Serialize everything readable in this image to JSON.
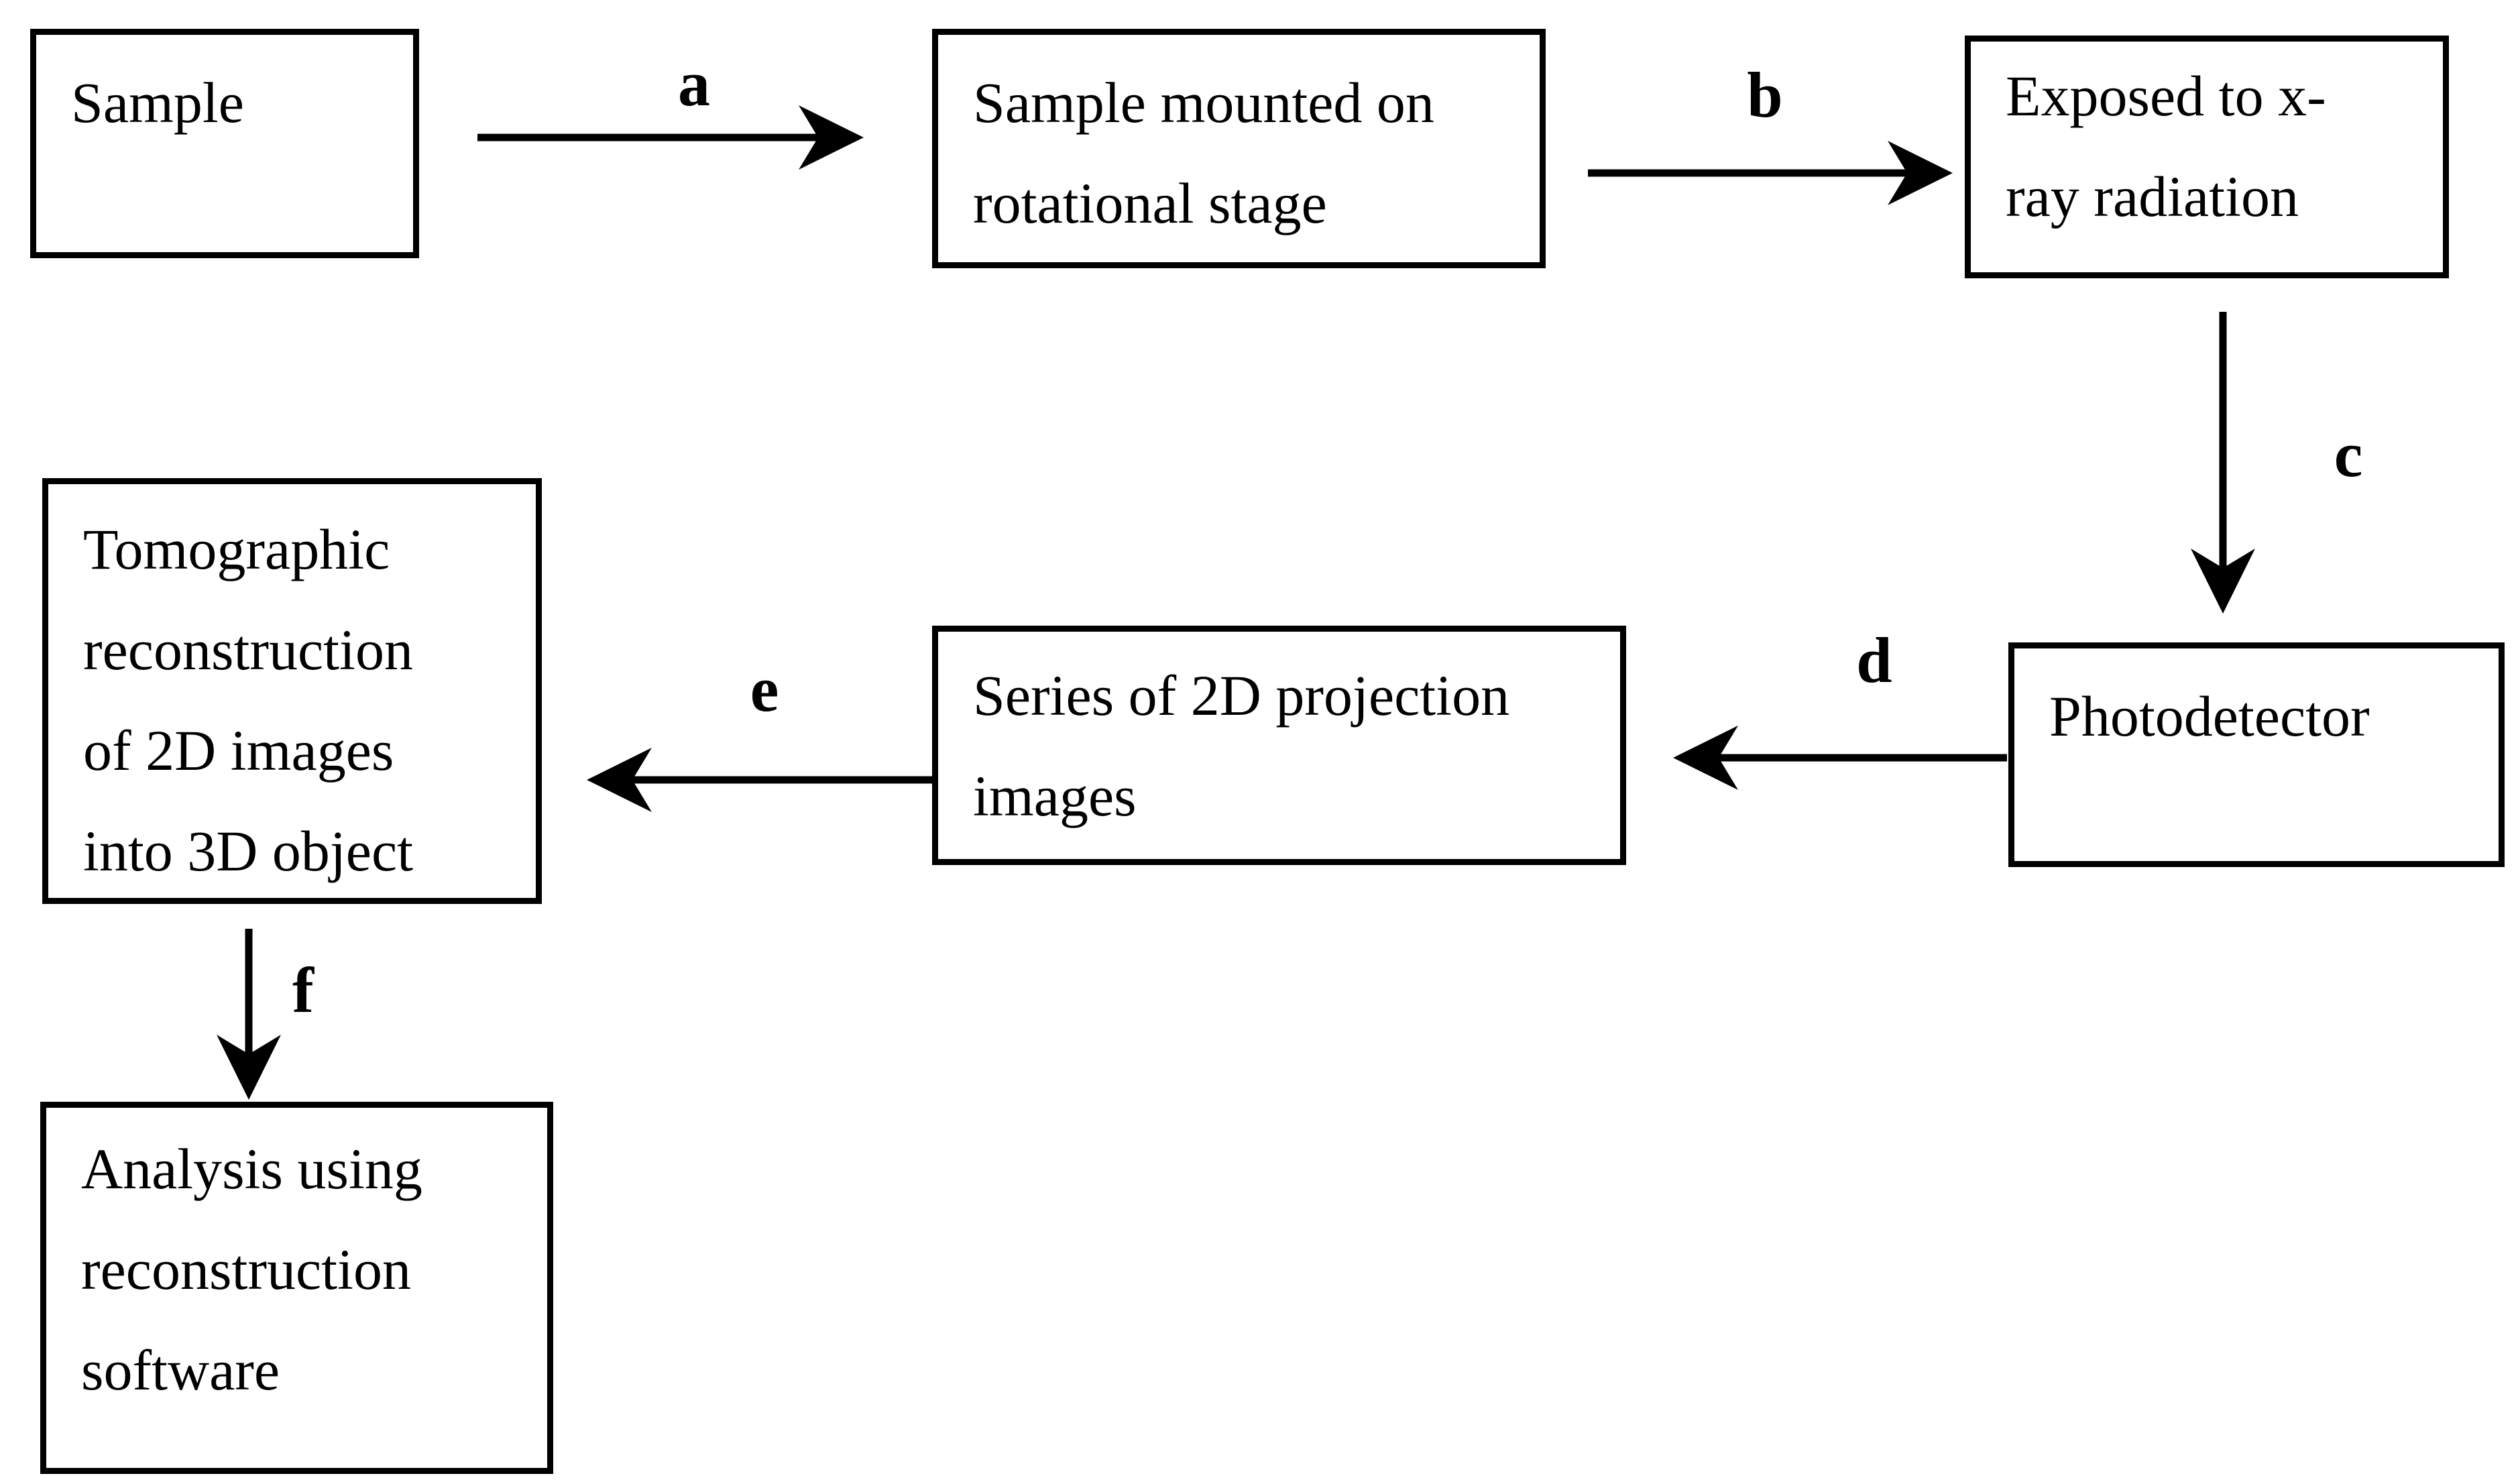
{
  "diagram": {
    "type": "flowchart",
    "colors": {
      "ink": "#000000",
      "background": "#ffffff"
    },
    "boxes": {
      "sample": {
        "text": "Sample",
        "lines": [
          "Sample"
        ]
      },
      "mounted": {
        "text": "Sample mounted on rotational stage",
        "lines": [
          "Sample mounted on",
          "rotational stage"
        ]
      },
      "exposed": {
        "text": "Exposed to x-ray radiation",
        "lines": [
          "Exposed to x-",
          "ray radiation"
        ]
      },
      "photodetector": {
        "text": "Photodetector",
        "lines": [
          "Photodetector"
        ]
      },
      "series": {
        "text": "Series of 2D projection images",
        "lines": [
          "Series of 2D projection",
          "images"
        ]
      },
      "tomographic": {
        "text": "Tomographic reconstruction of 2D images into 3D object",
        "lines": [
          "Tomographic",
          "reconstruction",
          "of 2D images",
          "into 3D object"
        ]
      },
      "analysis": {
        "text": "Analysis using reconstruction software",
        "lines": [
          "Analysis using",
          "reconstruction",
          "software"
        ]
      }
    },
    "arrows": {
      "a": {
        "label": "a",
        "from": "sample",
        "to": "mounted",
        "direction": "right"
      },
      "b": {
        "label": "b",
        "from": "mounted",
        "to": "exposed",
        "direction": "right"
      },
      "c": {
        "label": "c",
        "from": "exposed",
        "to": "photodetector",
        "direction": "down"
      },
      "d": {
        "label": "d",
        "from": "photodetector",
        "to": "series",
        "direction": "left"
      },
      "e": {
        "label": "e",
        "from": "series",
        "to": "tomographic",
        "direction": "left"
      },
      "f": {
        "label": "f",
        "from": "tomographic",
        "to": "analysis",
        "direction": "down"
      }
    }
  }
}
